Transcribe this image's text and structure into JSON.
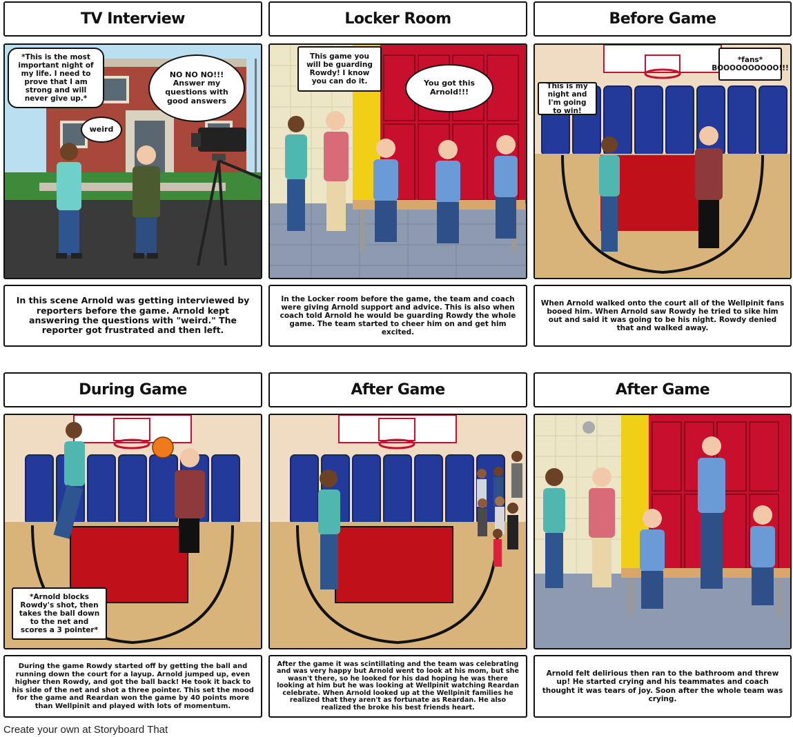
{
  "panels": [
    {
      "title": "TV Interview",
      "description": "In this scene Arnold was getting interviewed by reporters before the game. Arnold kept answering the questions with \"weird.\" The reporter got frustrated and then left.",
      "bubbles": [
        "*This is the most important night of my life. I need to prove that I am strong and will never give up.*",
        "NO NO NO!!! Answer my questions with good answers",
        "weird"
      ]
    },
    {
      "title": "Locker Room",
      "description": "In the Locker room before the game, the team and coach were giving Arnold support and advice. This is also when coach told Arnold he would be guarding Rowdy the whole game. The team started to cheer him on and get him excited.",
      "bubbles": [
        "This game you will be guarding Rowdy! I know you can do it.",
        "You got this Arnold!!!"
      ]
    },
    {
      "title": "Before Game",
      "description": "When Arnold walked onto the court all of the Wellpinit fans booed him. When Arnold saw Rowdy he tried to sike him out and said it was going to be his night. Rowdy denied that and walked away.",
      "bubbles": [
        "This is my night and I'm going to win!",
        "*fans* BOOOOOOOOOO!!!"
      ]
    },
    {
      "title": "During Game",
      "description": "During the game Rowdy started off by getting the ball and running down the court for a layup. Arnold jumped up, even higher then Rowdy, and got the ball back! He took it back to his side of the net and shot a three pointer. This set the mood for the game and Reardan won the game by 40 points more than Wellpinit and played with lots of momentum.",
      "bubbles": [
        "*Arnold blocks Rowdy's shot, then takes the ball down to the net and scores a 3 pointer*"
      ]
    },
    {
      "title": "After Game",
      "description": "After the game it was scintillating and the team was celebrating and was very happy but Arnold went to look at his mom, but she wasn't there, so he looked for his dad hoping he was there looking at him but he was looking at Wellpinit watching Reardan celebrate. When Arnold looked up at the Wellpinit families he realized that they aren't as fortunate as Reardan. He also realized the broke his best friends heart.",
      "bubbles": []
    },
    {
      "title": "After Game",
      "description": "Arnold felt delirious then ran to the bathroom and threw up!  He started crying and his teammates and coach thought it was tears of joy. Soon after the whole team was crying.",
      "bubbles": []
    }
  ],
  "footer": "Create your own at Storyboard That",
  "colors": {
    "border": "#111111",
    "locker_red": "#c8102e",
    "court_wood": "#d9b47a",
    "court_paint": "#c0101a",
    "bleacher_blue": "#233a9a"
  }
}
